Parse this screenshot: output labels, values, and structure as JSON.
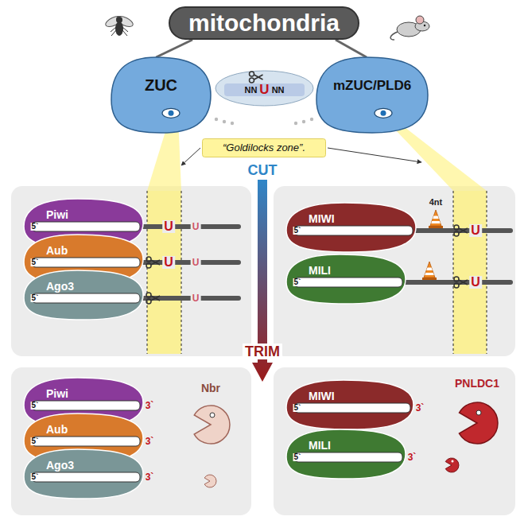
{
  "diagram": {
    "nodes": [
      {
        "text": [
          "mitochondria"
        ]
      },
      {
        "text": [
          "ZUC"
        ]
      },
      {
        "text": [
          "NN",
          "U",
          "NN"
        ]
      },
      {
        "text": [
          "mZUC/PLD6"
        ]
      },
      {
        "text": [
          "“Goldilocks zone”."
        ]
      },
      {
        "text": [
          "Piwi"
        ]
      },
      {
        "text": [
          "Aub"
        ]
      },
      {
        "text": [
          "Ago3"
        ]
      },
      {
        "text": [
          "MIWI"
        ]
      },
      {
        "text": [
          "MILI"
        ]
      },
      {
        "text": [
          "Piwi"
        ]
      },
      {
        "text": [
          "Aub"
        ]
      },
      {
        "text": [
          "Ago3"
        ]
      },
      {
        "text": [
          "Nbr"
        ]
      },
      {
        "text": [
          "MIWI"
        ]
      },
      {
        "text": [
          "MILI"
        ]
      },
      {
        "text": [
          "PNLDC1"
        ]
      }
    ],
    "edges": [
      {
        "from": 0,
        "to": 1,
        "arrow": "none"
      },
      {
        "from": 0,
        "to": 3,
        "arrow": "none"
      }
    ],
    "labels": [
      "CUT",
      "TRIM",
      "5`",
      "U",
      "U",
      "5`",
      "U",
      "U",
      "5`",
      "U",
      "5`",
      "4nt",
      "U",
      "5`",
      "U",
      "5`",
      "3`",
      "5`",
      "3`",
      "5`",
      "3`",
      "5`",
      "3`",
      "5`",
      "3`"
    ]
  }
}
